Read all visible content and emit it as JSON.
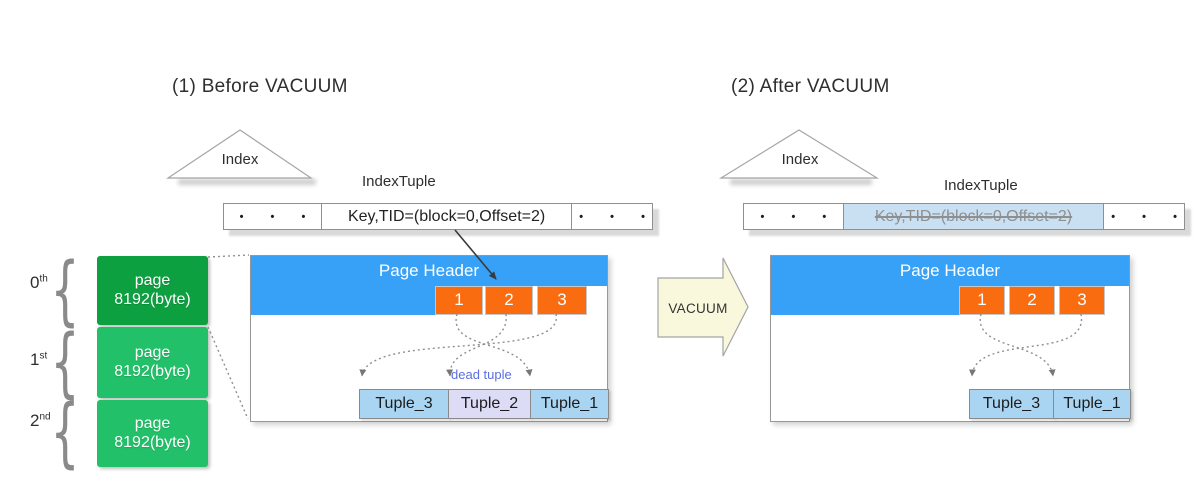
{
  "diagram": {
    "before": {
      "title": "(1) Before VACUUM",
      "index_label": "Index",
      "indextuple_label": "IndexTuple",
      "indextuple_cells": {
        "left_dots": "•  •  •",
        "key": "Key,TID=(block=0,Offset=2)",
        "right_dots": "•  •  •"
      },
      "page_header_label": "Page Header",
      "line_pointers": [
        "1",
        "2",
        "3"
      ],
      "tuples": [
        "Tuple_3",
        "Tuple_2",
        "Tuple_1"
      ],
      "dead_tuple_label": "dead tuple"
    },
    "after": {
      "title": "(2) After VACUUM",
      "index_label": "Index",
      "indextuple_label": "IndexTuple",
      "indextuple_cells": {
        "left_dots": "•  •  •",
        "key": "Key,TID=(block=0,Offset=2)",
        "right_dots": "•  •  •"
      },
      "page_header_label": "Page Header",
      "line_pointers": [
        "1",
        "2",
        "3"
      ],
      "tuples": [
        "Tuple_3",
        "Tuple_1"
      ]
    },
    "vacuum_label": "VACUUM",
    "heap_pages": [
      {
        "ordinal": "0",
        "ordinal_suffix": "th",
        "name": "page",
        "size": "8192(byte)"
      },
      {
        "ordinal": "1",
        "ordinal_suffix": "st",
        "name": "page",
        "size": "8192(byte)"
      },
      {
        "ordinal": "2",
        "ordinal_suffix": "nd",
        "name": "page",
        "size": "8192(byte)"
      }
    ],
    "brace_glyph": "{",
    "colors": {
      "page_header_blue": "#36a1f6",
      "line_pointer_orange": "#f96c10",
      "tuple_blue": "#aad5f2",
      "dead_tuple_lavender": "#dcdcf6",
      "heap_page_green_dark": "#0da040",
      "heap_page_green_light": "#22c069",
      "vacuum_arrow_fill": "#faf8dc",
      "struck_highlight_blue": "#c9e0f3",
      "dead_tuple_text": "#5b6ede"
    }
  }
}
